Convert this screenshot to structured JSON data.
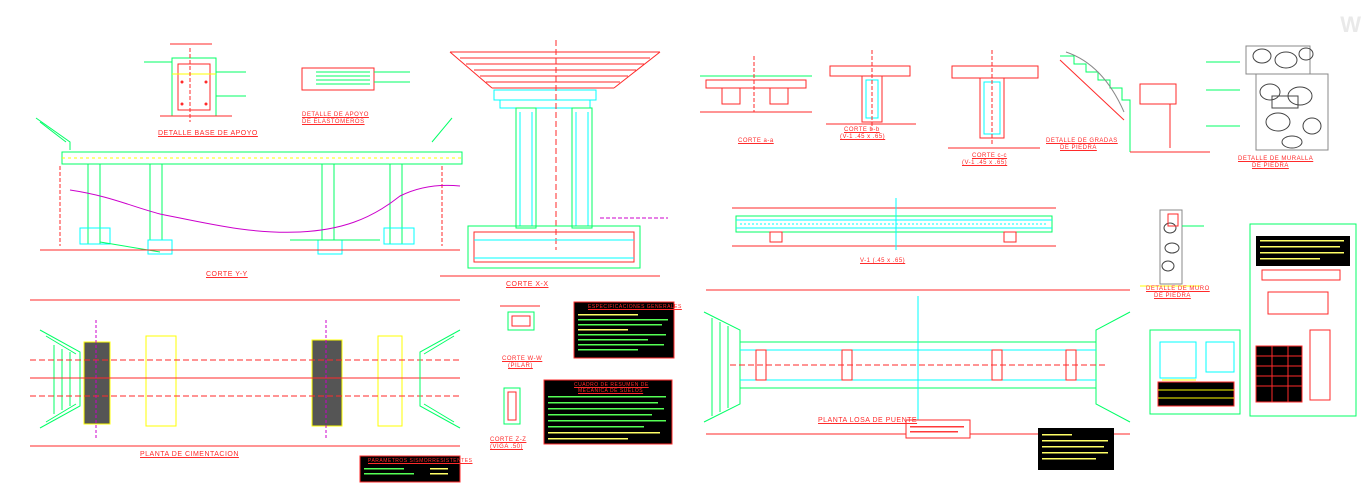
{
  "labels": {
    "base_apoyo": "DETALLE BASE DE APOYO",
    "apoyo_elastomeros_1": "DETALLE DE APOYO",
    "apoyo_elastomeros_2": "DE ELASTOMEROS",
    "corte_yy_elev": "CORTE Y-Y",
    "corte_xx": "CORTE X-X",
    "corte_aa": "CORTE a-a",
    "corte_bb_1": "CORTE b-b",
    "corte_bb_2": "(V-1 .45 x .65)",
    "corte_cc_1": "CORTE c-c",
    "corte_cc_2": "(V-1 .45 x .65)",
    "gradas_1": "DETALLE DE GRADAS",
    "gradas_2": "DE PIEDRA",
    "muralla_1": "DETALLE DE MURALLA",
    "muralla_2": "DE PIEDRA",
    "viga": "V-1 (.45 x .65)",
    "muro_1": "DETALLE DE MURO",
    "muro_2": "DE PIEDRA",
    "planta_cimentacion": "PLANTA DE CIMENTACION",
    "corte_ww_1": "CORTE W-W",
    "corte_ww_2": "(PILAR)",
    "corte_zz_1": "CORTE Z-Z",
    "corte_zz_2": "(VIGA .50)",
    "planta_losa": "PLANTA LOSA DE PUENTE",
    "especificaciones": "ESPECIFICACIONES GENERALES",
    "cuadro_1": "CUADRO DE RESUMEN DE",
    "cuadro_2": "MECANICA DE SUELOS",
    "parametros": "PARAMETROS SISMORRESISTENTES",
    "watermark": "W"
  },
  "colors": {
    "red": "#ff2a2a",
    "green": "#00ff66",
    "cyan": "#00ffff",
    "yellow": "#ffff00",
    "magenta": "#cc00cc",
    "black": "#000000"
  }
}
